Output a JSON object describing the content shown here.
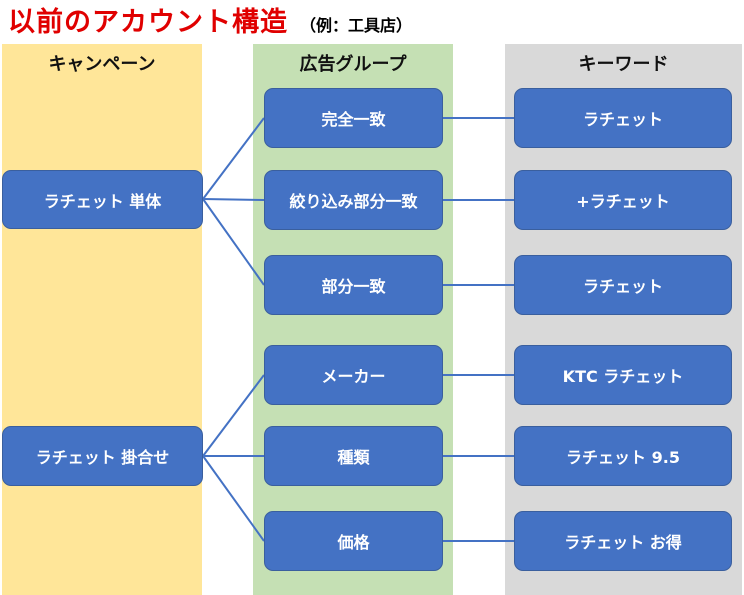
{
  "title": {
    "main": "以前のアカウント構造",
    "sub": "（例：工具店）"
  },
  "colors": {
    "title": "#e00000",
    "campaign_bg": "#ffe699",
    "adgroup_bg": "#c5e0b4",
    "keyword_bg": "#d9d9d9",
    "box": "#4472c4",
    "line": "#4472c4"
  },
  "columns": {
    "campaign": "キャンペーン",
    "adgroup": "広告グループ",
    "keyword": "キーワード"
  },
  "campaigns": [
    {
      "label": "ラチェット 単体"
    },
    {
      "label": "ラチェット 掛合せ"
    }
  ],
  "adgroups": [
    {
      "label": "完全一致"
    },
    {
      "label": "絞り込み部分一致"
    },
    {
      "label": "部分一致"
    },
    {
      "label": "メーカー"
    },
    {
      "label": "種類"
    },
    {
      "label": "価格"
    }
  ],
  "keywords": [
    {
      "label": "ラチェット"
    },
    {
      "label": "+ラチェット"
    },
    {
      "label": "ラチェット"
    },
    {
      "label": "KTC ラチェット"
    },
    {
      "label": "ラチェット 9.5"
    },
    {
      "label": "ラチェット お得"
    }
  ]
}
